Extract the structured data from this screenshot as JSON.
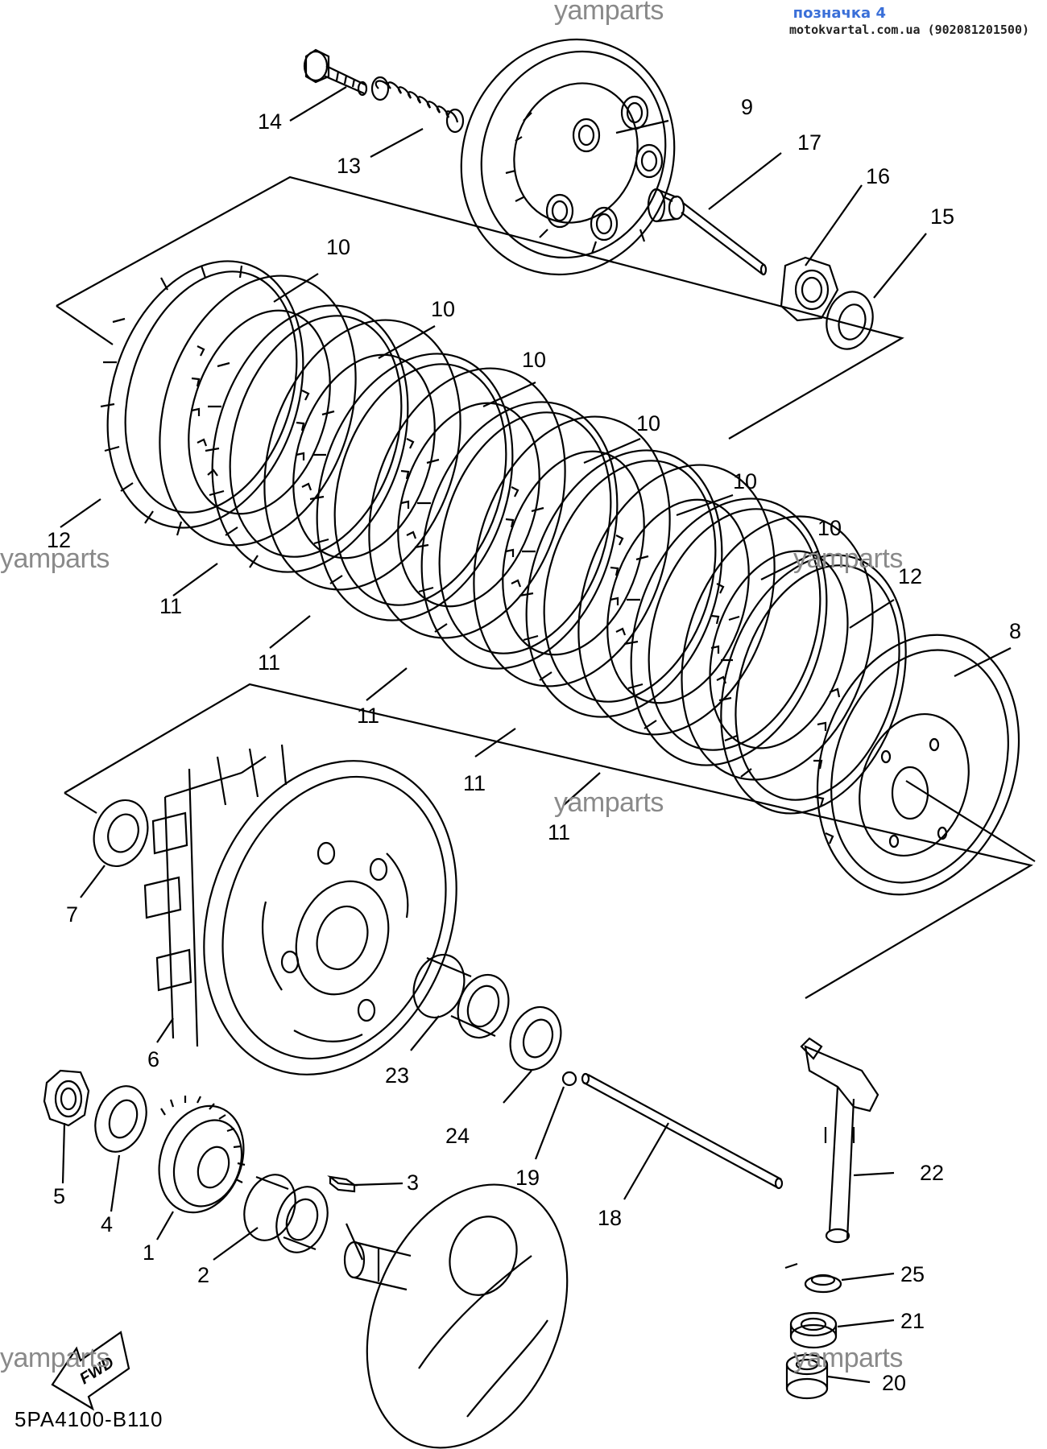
{
  "header": {
    "label": "позначка 4",
    "site": "motokvartal.com.ua (902081201500)"
  },
  "watermark": "yamparts",
  "diagram_code": "5PA4100-B110",
  "fwd_label": "FWD",
  "callouts": [
    "1",
    "2",
    "3",
    "4",
    "5",
    "6",
    "7",
    "8",
    "9",
    "10",
    "10",
    "10",
    "10",
    "10",
    "10",
    "11",
    "11",
    "11",
    "11",
    "11",
    "12",
    "12",
    "13",
    "14",
    "15",
    "16",
    "17",
    "18",
    "19",
    "20",
    "21",
    "22",
    "23",
    "24",
    "25"
  ]
}
